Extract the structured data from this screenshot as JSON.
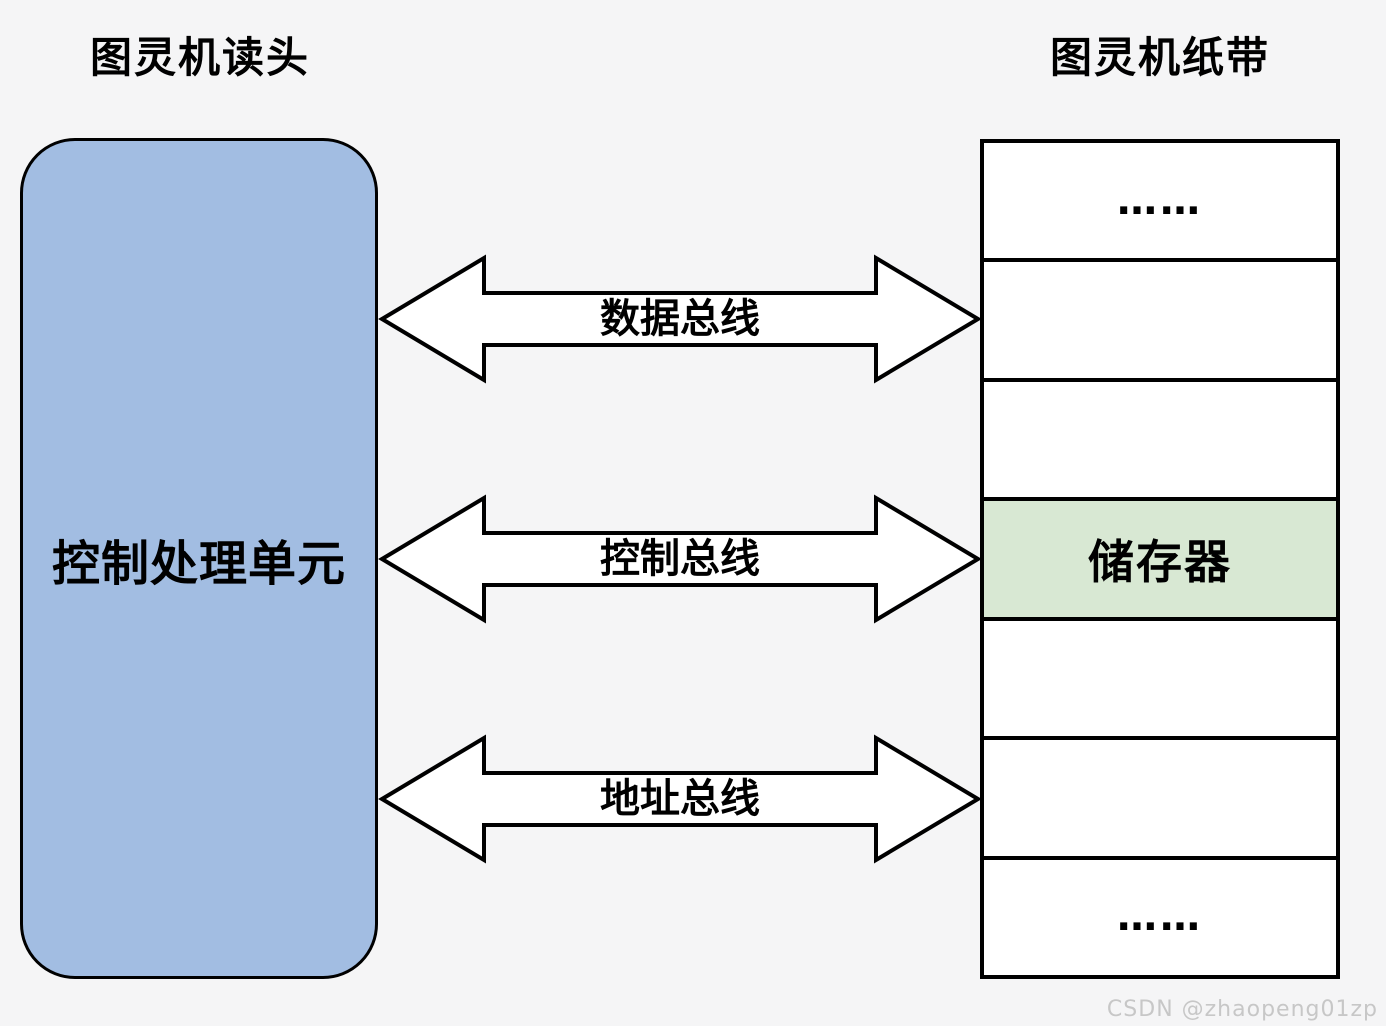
{
  "titles": {
    "left": "图灵机读头",
    "right": "图灵机纸带"
  },
  "cpu_box": {
    "label": "控制处理单元"
  },
  "buses": [
    {
      "label": "数据总线"
    },
    {
      "label": "控制总线"
    },
    {
      "label": "地址总线"
    }
  ],
  "tape": {
    "cells": [
      {
        "text": "……",
        "highlight": false
      },
      {
        "text": "",
        "highlight": false
      },
      {
        "text": "",
        "highlight": false
      },
      {
        "text": "储存器",
        "highlight": true
      },
      {
        "text": "",
        "highlight": false
      },
      {
        "text": "",
        "highlight": false
      },
      {
        "text": "……",
        "highlight": false
      }
    ]
  },
  "watermark": "CSDN @zhaopeng01zp",
  "colors": {
    "background": "#f5f5f6",
    "cpu-fill": "#a2bde2",
    "cell-highlight": "#d8e8d3",
    "watermark": "#c7c7c7"
  }
}
